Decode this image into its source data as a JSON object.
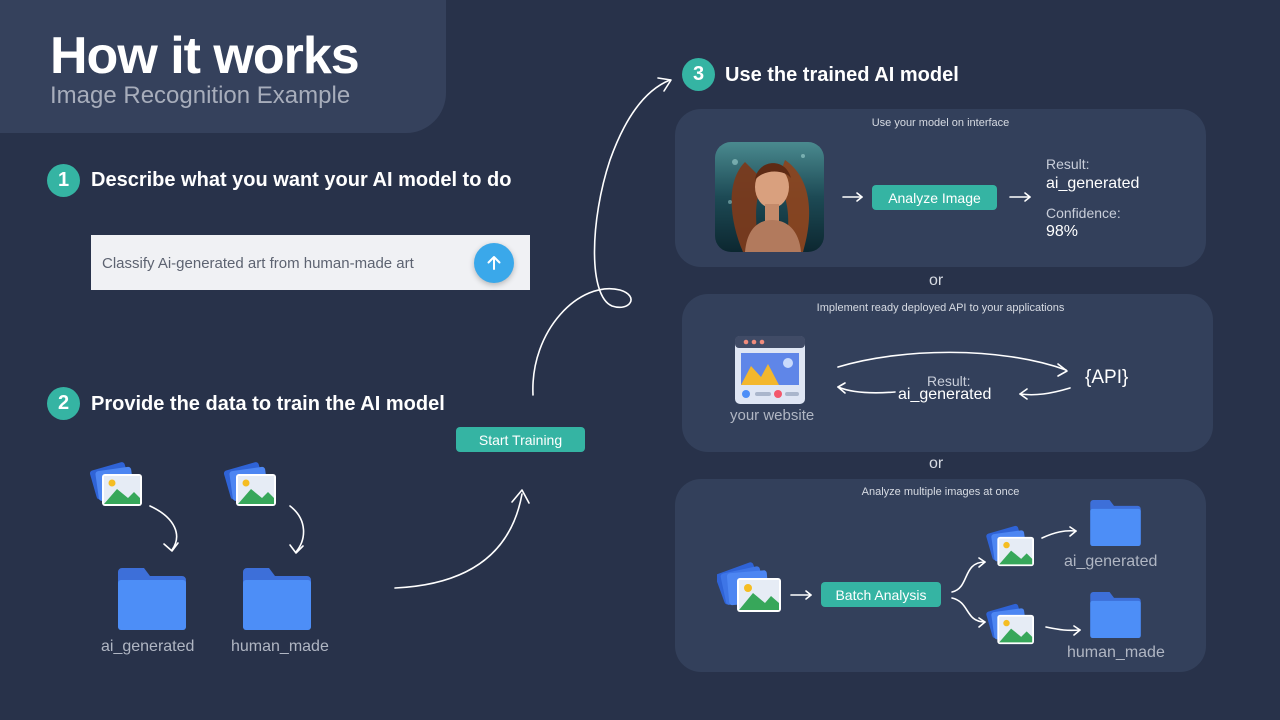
{
  "header": {
    "title": "How it works",
    "subtitle": "Image Recognition Example"
  },
  "step1": {
    "number": "1",
    "title": "Describe what you want your AI model to do",
    "prompt_text": "Classify Ai-generated art from human-made  art"
  },
  "step2": {
    "number": "2",
    "title": "Provide the data to train the AI model",
    "folders": [
      "ai_generated",
      "human_made"
    ],
    "start_button": "Start Training"
  },
  "step3": {
    "number": "3",
    "title": "Use the trained AI model",
    "interface": {
      "caption": "Use your model on interface",
      "button": "Analyze Image",
      "result_label": "Result:",
      "result_value": "ai_generated",
      "confidence_label": "Confidence:",
      "confidence_value": "98%"
    },
    "or_1": "or",
    "api": {
      "caption": "Implement ready deployed API to your applications",
      "site_label": "your website",
      "result_label": "Result:",
      "result_value": "ai_generated",
      "api_label": "{API}"
    },
    "or_2": "or",
    "batch": {
      "caption": "Analyze multiple images at once",
      "button": "Batch Analysis",
      "folders": [
        "ai_generated",
        "human_made"
      ]
    }
  },
  "colors": {
    "background": "#28324a",
    "panel": "#33405b",
    "accent_teal": "#35b4a3",
    "folder_blue": "#4d8ef7",
    "send_blue": "#3aa8ea"
  },
  "icons": [
    "send-arrow-icon",
    "image-stack-icon",
    "folder-icon",
    "website-window-icon",
    "portrait-image-icon"
  ]
}
